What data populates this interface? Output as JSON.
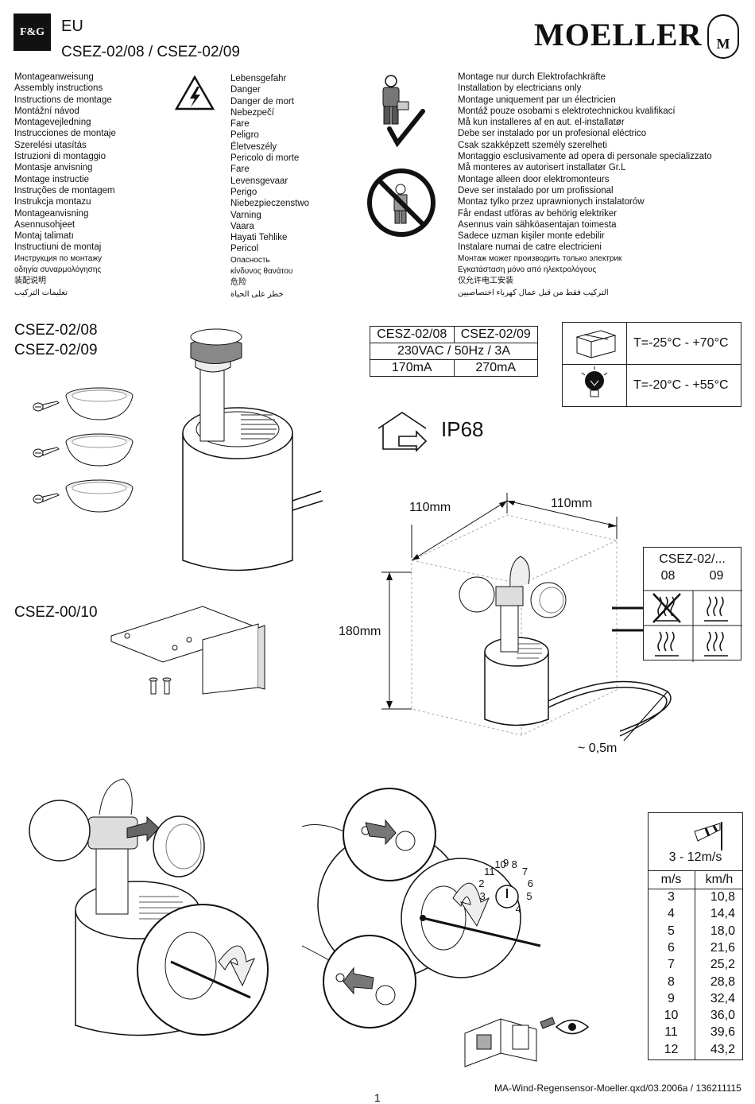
{
  "header": {
    "logo_text": "F&G",
    "region": "EU",
    "models": "CSEZ-02/08 / CSEZ-02/09",
    "brand": "MOELLER",
    "brand_seal_letters": "M"
  },
  "instructions_col": [
    "Montageanweisung",
    "Assembly instructions",
    "Instructions de montage",
    "Montážní návod",
    "Montagevejledning",
    "Instrucciones de montaje",
    "Szerelési utasítás",
    "Istruzioni di montaggio",
    "Montasje anvisning",
    "Montage instructie",
    "Instruções de montagem",
    "Instrukcja montazu",
    "Montageanvisning",
    "Asennusohjeet",
    "Montaj talimatı",
    "Instructiuni de montaj",
    "Инструкция по монтажу",
    "οδηγία συναρμολόγησης",
    "装配说明",
    "تعليمات التركيب"
  ],
  "danger_col": [
    "Lebensgefahr",
    "Danger",
    "Danger de mort",
    "Nebezpečí",
    "Fare",
    "Peligro",
    "Életveszély",
    "Pericolo di morte",
    "Fare",
    "Levensgevaar",
    "Perigo",
    "Niebezpieczenstwo",
    "Varning",
    "Vaara",
    "Hayati Tehlike",
    "Pericol",
    "Опасность",
    "κίνδυνος θανάτου",
    "危险",
    "خطر على الحياة"
  ],
  "electrician_col": [
    "Montage nur durch Elektrofachkräfte",
    "Installation by electricians only",
    "Montage uniquement par un électricien",
    "Montáž pouze osobami s elektrotechnickou kvalifikací",
    "Må kun installeres af en aut. el-installatør",
    "Debe ser instalado por un profesional eléctrico",
    "Csak szakképzett személy szerelheti",
    "Montaggio esclusivamente ad opera di personale specializzato",
    "Må monteres av autorisert installatør Gr.L",
    "Montage alleen door elektromonteurs",
    "Deve ser instalado por um profissional",
    "Montaz tylko przez uprawnionych instalatorów",
    "Får endast utföras av behörig elektriker",
    "Asennus vain sähköasentajan toimesta",
    "Sadece uzman kişiler monte edebilir",
    "Instalare numai de catre electricieni",
    "Монтаж может производить только электрик",
    "Εγκατάσταση μόνο από ηλεκτρολόγους",
    "仅允许电工安装",
    "التركيب فقط من قبل عمال كهرباء اختصاصيين"
  ],
  "parts": {
    "label_1": "CSEZ-02/08",
    "label_2": "CSEZ-02/09",
    "bracket_label": "CSEZ-00/10"
  },
  "specs": {
    "headers": [
      "CESZ-02/08",
      "CSEZ-02/09"
    ],
    "voltage": "230VAC / 50Hz / 3A",
    "currents": [
      "170mA",
      "270mA"
    ]
  },
  "temps": {
    "storage": "T=-25°C - +70°C",
    "operation": "T=-20°C - +55°C"
  },
  "protection": "IP68",
  "dimensions": {
    "width": "110mm",
    "depth": "110mm",
    "height": "180mm",
    "cable": "~ 0,5m"
  },
  "heater_table": {
    "title": "CSEZ-02/...",
    "cols": [
      "08",
      "09"
    ]
  },
  "dial_numbers": [
    "3",
    "2",
    "11",
    "10",
    "9",
    "8",
    "7",
    "6",
    "5",
    "4"
  ],
  "speed_table": {
    "range": "3 - 12m/s",
    "headers": [
      "m/s",
      "km/h"
    ],
    "rows": [
      [
        "3",
        "10,8"
      ],
      [
        "4",
        "14,4"
      ],
      [
        "5",
        "18,0"
      ],
      [
        "6",
        "21,6"
      ],
      [
        "7",
        "25,2"
      ],
      [
        "8",
        "28,8"
      ],
      [
        "9",
        "32,4"
      ],
      [
        "10",
        "36,0"
      ],
      [
        "11",
        "39,6"
      ],
      [
        "12",
        "43,2"
      ]
    ]
  },
  "footer": {
    "file": "MA-Wind-Regensensor-Moeller.qxd/03.2006a / 136211115",
    "page": "1"
  }
}
